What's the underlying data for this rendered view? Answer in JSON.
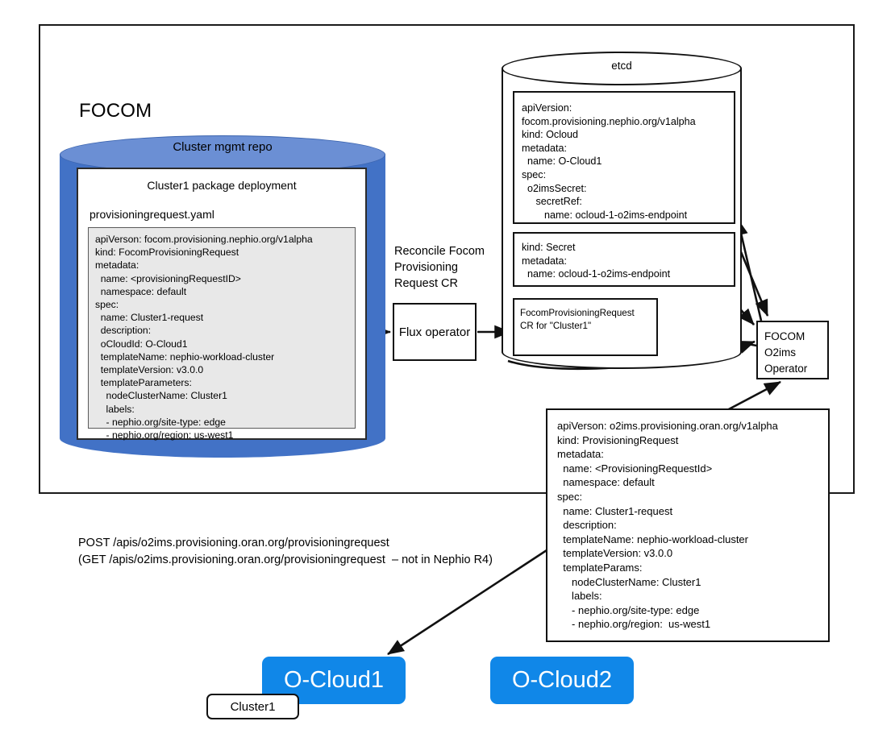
{
  "diagram": {
    "title_focom": "FOCOM",
    "repo": {
      "cylinder_label": "Cluster mgmt repo",
      "package_title": "Cluster1 package deployment",
      "file_name": "provisioningrequest.yaml",
      "yaml": "apiVerson: focom.provisioning.nephio.org/v1alpha\nkind: FocomProvisioningRequest\nmetadata:\n  name: <provisioningRequestID>\n  namespace: default\nspec:\n  name: Cluster1-request\n  description:\n  oCloudId: O-Cloud1\n  templateName: nephio-workload-cluster\n  templateVersion: v3.0.0\n  templateParameters:\n    nodeClusterName: Cluster1\n    labels:\n    - nephio.org/site-type: edge\n    - nephio.org/region: us-west1"
    },
    "reconcile_label": "Reconcile Focom\nProvisioning\nRequest CR",
    "flux_operator_label": "Flux\noperator",
    "etcd": {
      "cylinder_label": "etcd",
      "ocloud_cr": "apiVersion:\nfocom.provisioning.nephio.org/v1alpha\nkind: Ocloud\nmetadata:\n  name: O-Cloud1\nspec:\n  o2imsSecret:\n     secretRef:\n        name: ocloud-1-o2ims-endpoint",
      "secret_cr": "kind: Secret\nmetadata:\n  name: ocloud-1-o2ims-endpoint",
      "focom_pr_cr": "FocomProvisioningRequest\nCR for \"Cluster1\""
    },
    "operator_label": "FOCOM\nO2ims\nOperator",
    "provisioning_request_yaml": "apiVerson: o2ims.provisioning.oran.org/v1alpha\nkind: ProvisioningRequest\nmetadata:\n  name: <ProvisioningRequestId>\n  namespace: default\nspec:\n  name: Cluster1-request\n  description:\n  templateName: nephio-workload-cluster\n  templateVersion: v3.0.0\n  templateParams:\n     nodeClusterName: Cluster1\n     labels:\n     - nephio.org/site-type: edge\n     - nephio.org/region:  us-west1",
    "api_text": "POST /apis/o2ims.provisioning.oran.org/provisioningrequest\n(GET /apis/o2ims.provisioning.oran.org/provisioningrequest  – not in Nephio R4)",
    "ocloud1_label": "O-Cloud1",
    "ocloud2_label": "O-Cloud2",
    "cluster1_tag": "Cluster1",
    "colors": {
      "repo_cylinder_body": "#4272C6",
      "repo_cylinder_top": "#6B8FD4",
      "ocloud_blue": "#1087E8",
      "yaml_panel_gray": "#e8e8e8",
      "stroke": "#111111"
    }
  }
}
